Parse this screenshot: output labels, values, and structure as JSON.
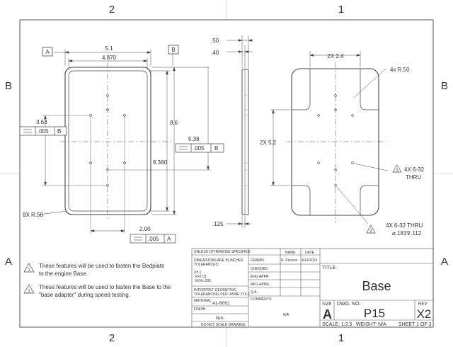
{
  "zones": {
    "top": [
      "2",
      "1"
    ],
    "bottom": [
      "2",
      "1"
    ],
    "left": [
      "B",
      "A"
    ],
    "right": [
      "B",
      "A"
    ]
  },
  "front_view": {
    "datum_a": "A",
    "datum_b": "B",
    "dim_width": "5.1",
    "dim_inner_width": "4.870",
    "dim_height": "8.6",
    "dim_inner_height": "8.380",
    "dim_left_y": "3.63",
    "dim_center_y": "5.38",
    "dim_bottom_x": "2.00",
    "radius": "8X R.50",
    "flatness_left": ".005",
    "flatness_left_ref": "B",
    "flatness_center": ".005",
    "flatness_center_ref": "B",
    "flatness_bottom": ".005",
    "flatness_bottom_ref": "A"
  },
  "side_view": {
    "dim_top_1": ".50",
    "dim_top_2": ".40",
    "dim_bottom": ".125"
  },
  "right_view": {
    "dim_top": "2X 2.4",
    "radius": "4x R.50",
    "dim_side": "2X 5.2",
    "hole_note_1_num": "1",
    "hole_note_1": "4X 6-32",
    "hole_note_1_b": "THRU",
    "hole_note_2_num": "2",
    "hole_note_2": "4X 6-32 THRU",
    "hole_note_2_b": "⌀.183⊽.112"
  },
  "notes": [
    {
      "num": "1",
      "line1": "These features will be used to fasten the Bedplate",
      "line2": "to the engine Base."
    },
    {
      "num": "2",
      "line1": "These features will be used to fasten the Base to the",
      "line2": "\"base adapter\" during speed testing."
    }
  ],
  "title_block": {
    "unless": "UNLESS OTHERWISE SPECIFIED:",
    "dims_inches": "DIMENSIONS ARE IN INCHES",
    "tolerances": "TOLERANCES:",
    "tol_1": "X±.1",
    "tol_2": ".XX±.01",
    "tol_3": ".XXX±.005",
    "interpret": "INTERPRET GEOMETRIC",
    "tolerancing": "TOLERANCING PER: ASME Y14.5",
    "material_label": "MATERIAL",
    "material": "AL-6061",
    "finish_label": "FINISH",
    "finish": "N/A",
    "no_scale": "DO NOT SCALE DRAWING",
    "name_header": "NAME",
    "date_header": "DATE",
    "drawn": "DRAWN",
    "drawn_name": "R. Pierson",
    "drawn_date": "4/14/2016",
    "checked": "CHECKED",
    "eng_appr": "ENG APPR.",
    "mfg_appr": "MFG APPR.",
    "qa": "Q.A.",
    "comments": "COMMENTS:",
    "comments_value": "N/A",
    "title_label": "TITLE:",
    "title": "Base",
    "size_label": "SIZE",
    "size": "A",
    "dwg_label": "DWG.  NO.",
    "dwg_no": "P15",
    "rev_label": "REV",
    "rev": "X2",
    "scale": "SCALE: 1:2.5",
    "weight": "WEIGHT:  N/A",
    "sheet": "SHEET 1 OF 3"
  }
}
